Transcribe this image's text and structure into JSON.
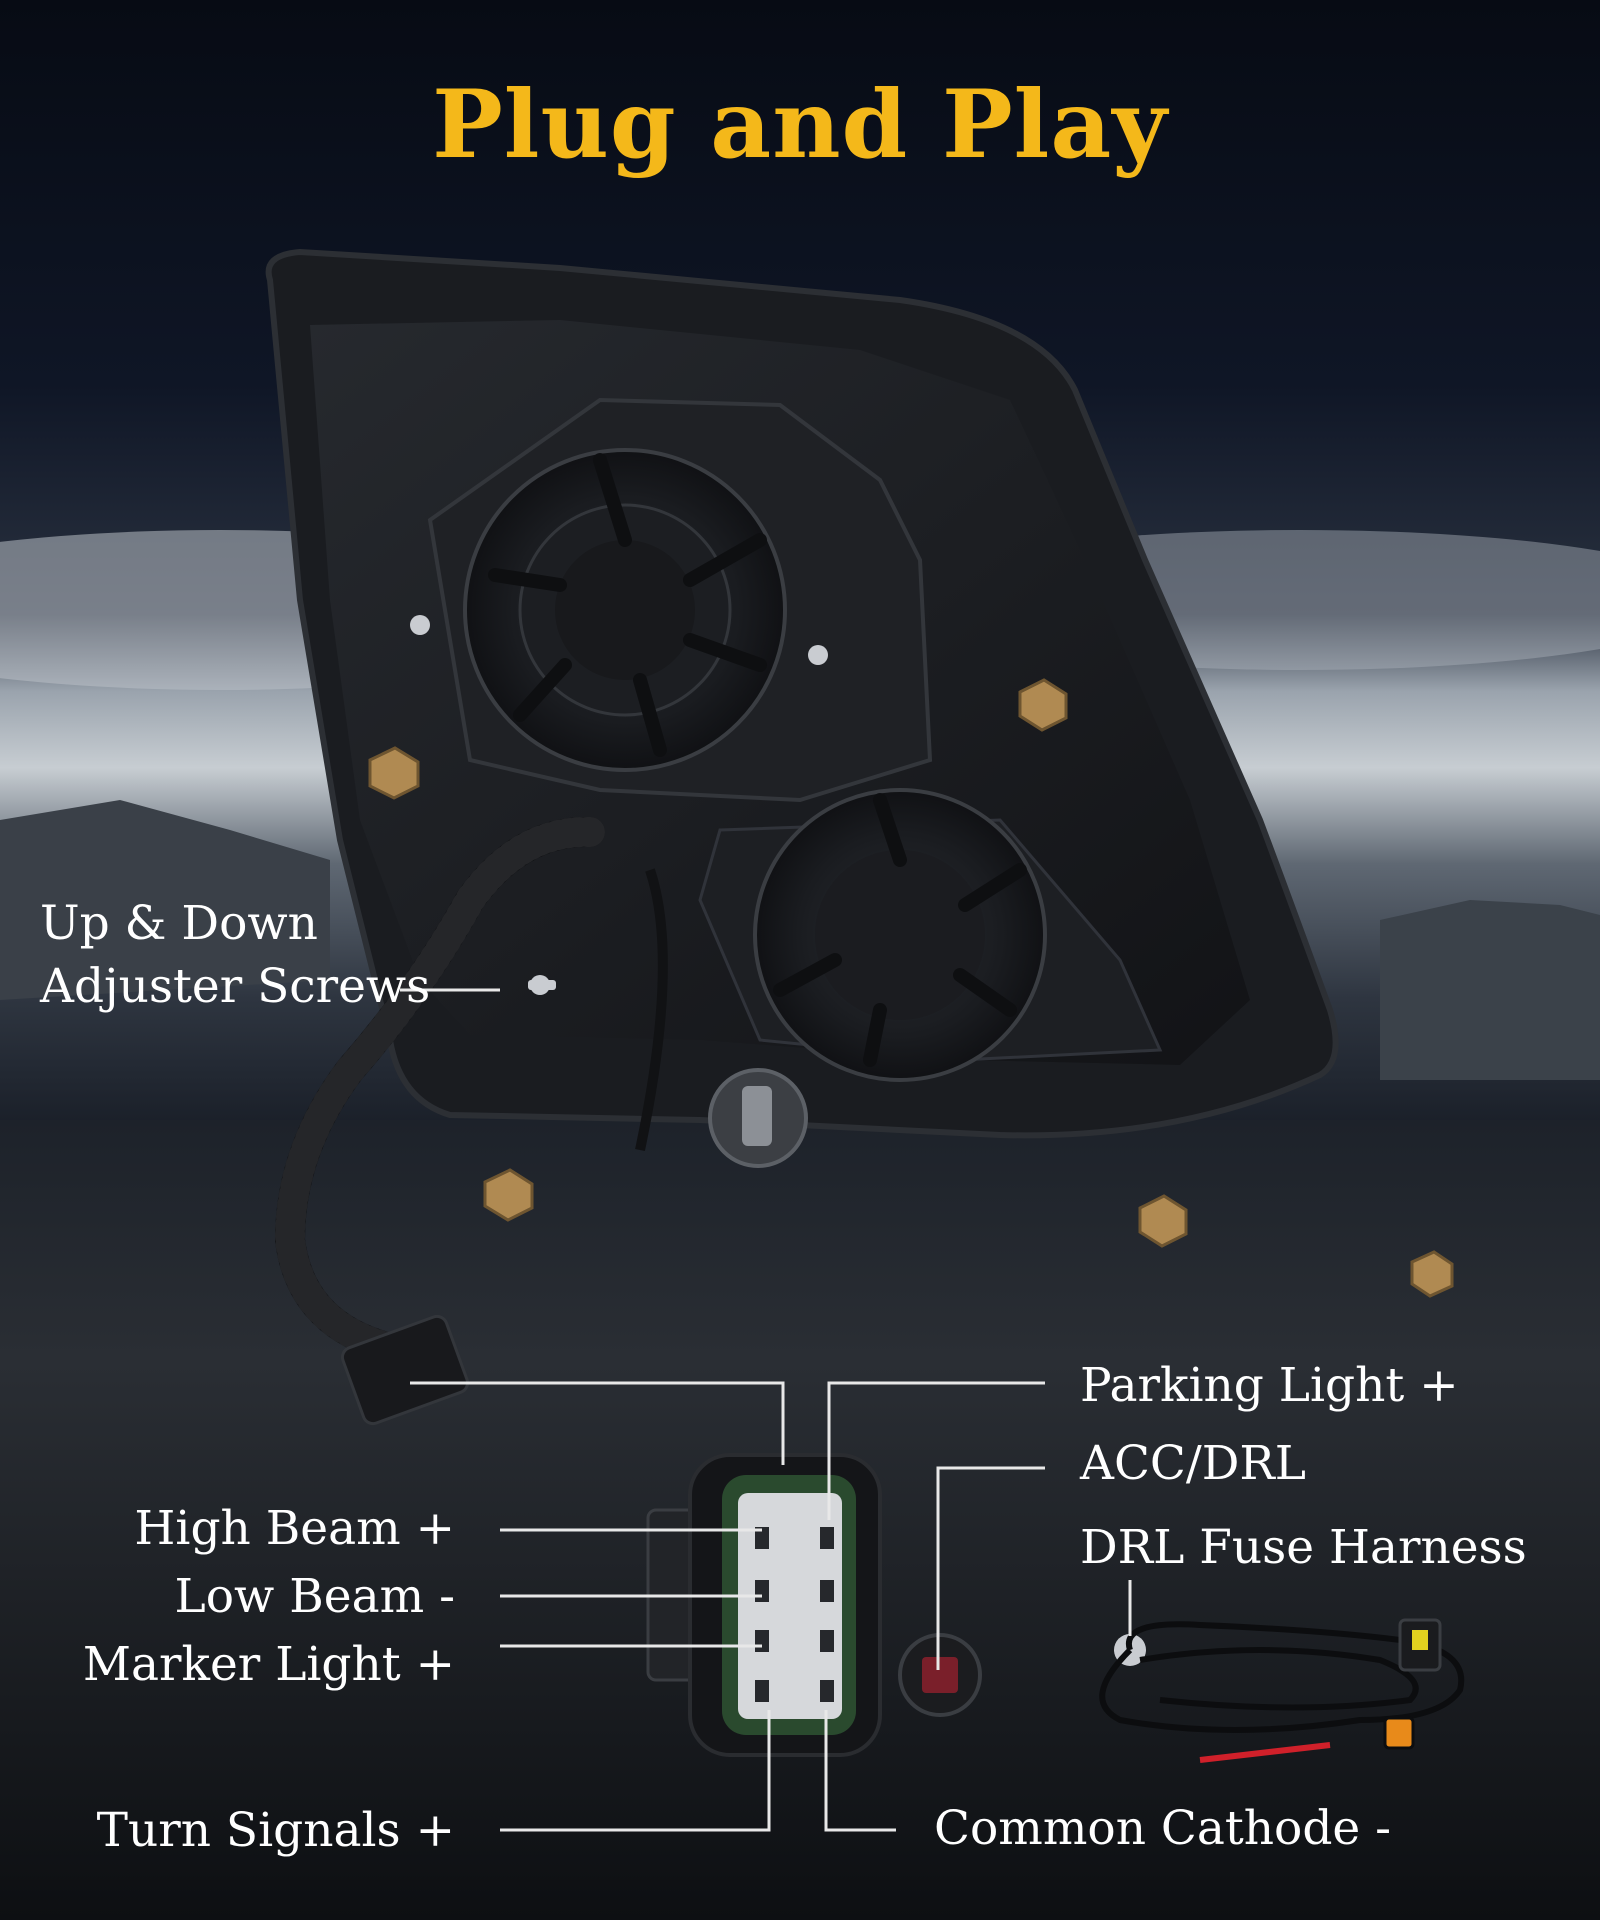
{
  "title": "Plug and Play",
  "colors": {
    "accent": "#f4b81a",
    "label": "#ffffff",
    "background": "#0b0f18"
  },
  "callouts": {
    "adjuster_line1": "Up & Down",
    "adjuster_line2": "Adjuster Screws",
    "parking_light": "Parking Light +",
    "acc_drl": "ACC/DRL",
    "drl_fuse_harness": "DRL Fuse Harness",
    "high_beam": "High Beam +",
    "low_beam": "Low Beam -",
    "marker_light": "Marker Light +",
    "turn_signals": "Turn Signals +",
    "common_cathode": "Common Cathode -"
  }
}
